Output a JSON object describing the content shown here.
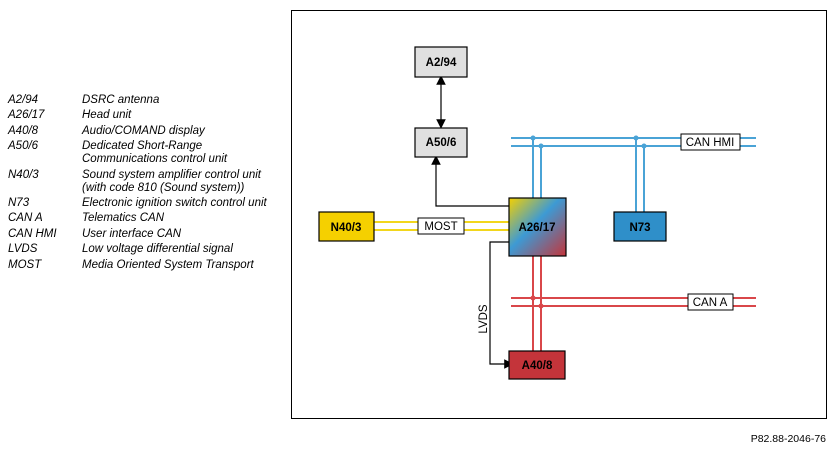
{
  "legend": [
    {
      "code": "A2/94",
      "desc": "DSRC antenna"
    },
    {
      "code": "A26/17",
      "desc": "Head unit"
    },
    {
      "code": "A40/8",
      "desc": "Audio/COMAND display"
    },
    {
      "code": "A50/6",
      "desc": "Dedicated Short-Range Communications control unit"
    },
    {
      "code": "N40/3",
      "desc": "Sound system amplifier control unit (with code 810 (Sound system))"
    },
    {
      "code": "N73",
      "desc": "Electronic ignition switch control unit"
    },
    {
      "code": "CAN A",
      "desc": "Telematics CAN"
    },
    {
      "code": "CAN HMI",
      "desc": "User interface CAN"
    },
    {
      "code": "LVDS",
      "desc": "Low voltage differential signal"
    },
    {
      "code": "MOST",
      "desc": "Media Oriented System Transport"
    }
  ],
  "diagram": {
    "boxes": {
      "a2_94": "A2/94",
      "a50_6": "A50/6",
      "a26_17": "A26/17",
      "n40_3": "N40/3",
      "n73": "N73",
      "a40_8": "A40/8"
    },
    "tags": {
      "can_hmi": "CAN HMI",
      "most": "MOST",
      "lvds": "LVDS",
      "can_a": "CAN A"
    },
    "colors": {
      "can_hmi_bus": "#4aa3d6",
      "can_a_bus": "#d9474a",
      "most_bus": "#f2d61c",
      "n40_3_fill": "#f5d000",
      "n73_fill": "#2f8fc9",
      "a40_8_fill": "#c4343a",
      "gray_box": "#e0e0e0"
    }
  },
  "reference": "P82.88-2046-76"
}
